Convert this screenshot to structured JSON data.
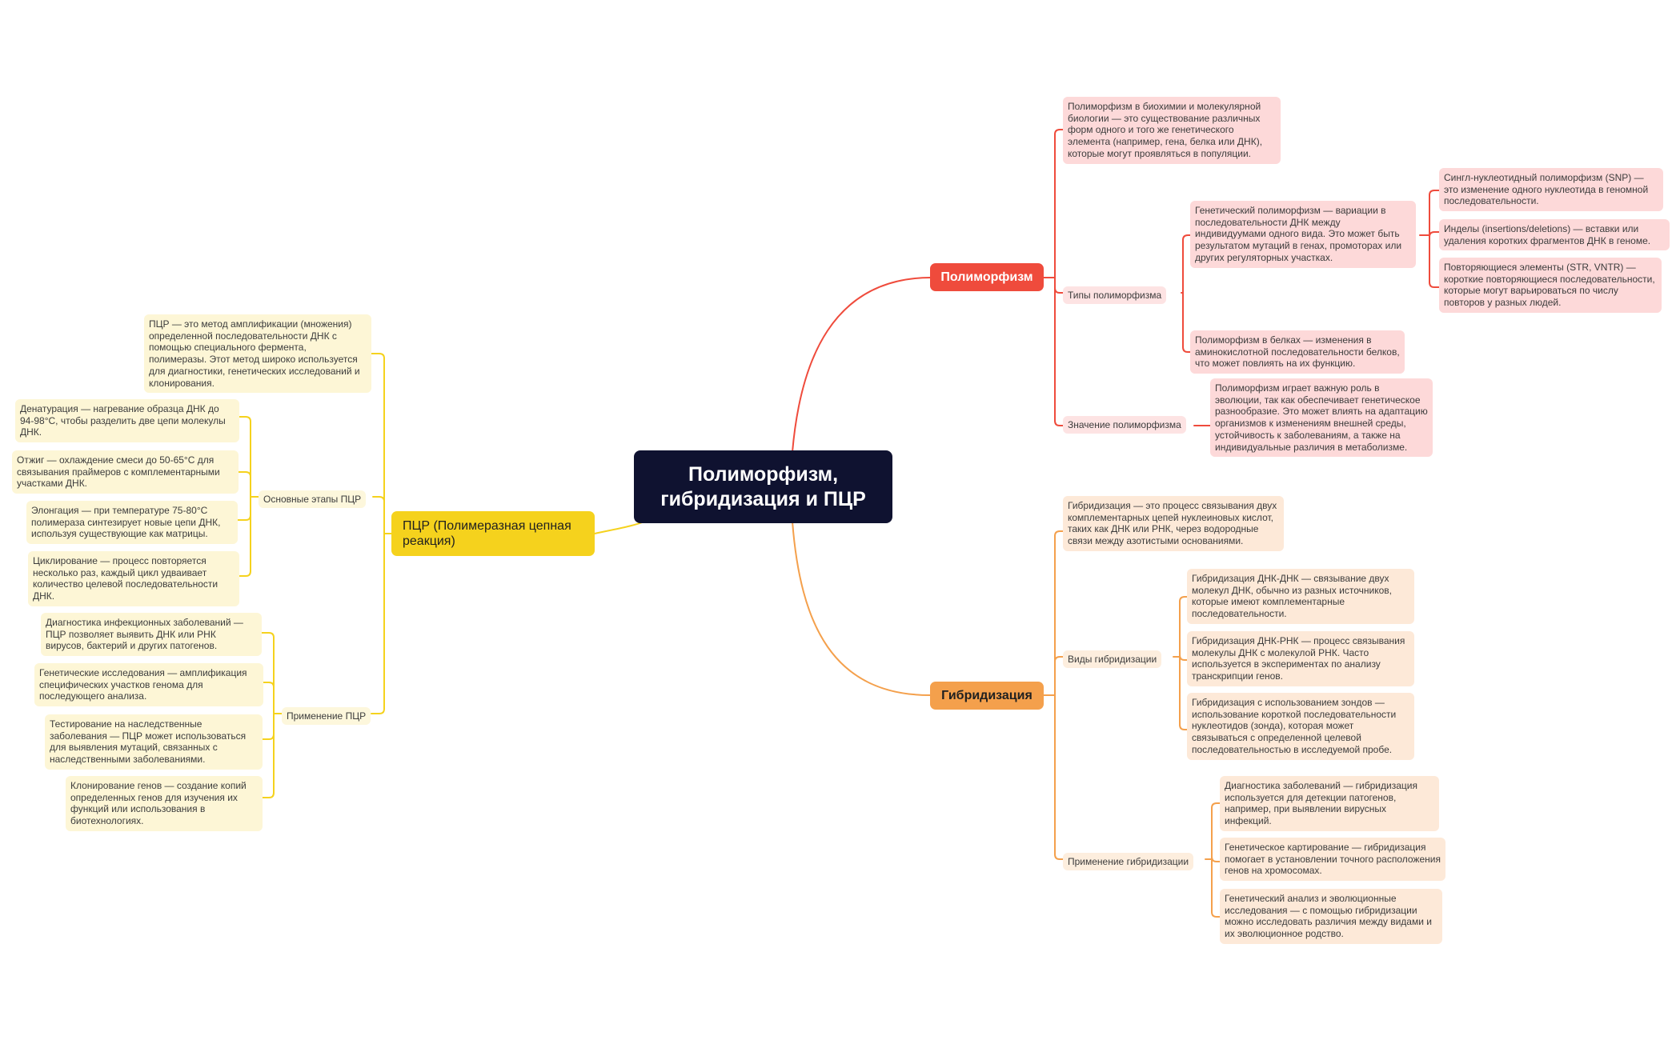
{
  "central_topic": "Полиморфизм, гибридизация и ПЦР",
  "polymorphism": {
    "title": "Полиморфизм",
    "definition": "Полиморфизм в биохимии и молекулярной биологии — это существование различных форм одного и того же генетического элемента (например, гена, белка или ДНК), которые могут проявляться в популяции.",
    "types_label": "Типы полиморфизма",
    "genetic": "Генетический полиморфизм — вариации в последовательности ДНК между индивидуумами одного вида. Это может быть результатом мутаций в генах, промоторах или других регуляторных участках.",
    "snp": "Сингл-нуклеотидный полиморфизм (SNP) — это изменение одного нуклеотида в геномной последовательности.",
    "indels": "Инделы (insertions/deletions) — вставки или удаления коротких фрагментов ДНК в геноме.",
    "repeats": "Повторяющиеся элементы (STR, VNTR) — короткие повторяющиеся последовательности, которые могут варьироваться по числу повторов у разных людей.",
    "protein": "Полиморфизм в белках — изменения в аминокислотной последовательности белков, что может повлиять на их функцию.",
    "significance_label": "Значение полиморфизма",
    "significance": "Полиморфизм играет важную роль в эволюции, так как обеспечивает генетическое разнообразие. Это может влиять на адаптацию организмов к изменениям внешней среды, устойчивость к заболеваниям, а также на индивидуальные различия в метаболизме."
  },
  "hybridization": {
    "title": "Гибридизация",
    "definition": "Гибридизация — это процесс связывания двух комплементарных цепей нуклеиновых кислот, таких как ДНК или РНК, через водородные связи между азотистыми основаниями.",
    "types_label": "Виды гибридизации",
    "dna_dna": "Гибридизация ДНК-ДНК — связывание двух молекул ДНК, обычно из разных источников, которые имеют комплементарные последовательности.",
    "dna_rna": "Гибридизация ДНК-РНК — процесс связывания молекулы ДНК с молекулой РНК. Часто используется в экспериментах по анализу транскрипции генов.",
    "probes": "Гибридизация с использованием зондов — использование короткой последовательности нуклеотидов (зонда), которая может связываться с определенной целевой последовательностью в исследуемой пробе.",
    "applications_label": "Применение гибридизации",
    "diagnostics": "Диагностика заболеваний — гибридизация используется для детекции патогенов, например, при выявлении вирусных инфекций.",
    "mapping": "Генетическое картирование — гибридизация помогает в установлении точного расположения генов на хромосомах.",
    "evolution": "Генетический анализ и эволюционные исследования — с помощью гибридизации можно исследовать различия между видами и их эволюционное родство."
  },
  "pcr": {
    "title": "ПЦР (Полимеразная цепная реакция)",
    "definition": "ПЦР — это метод амплификации (множения) определенной последовательности ДНК с помощью специального фермента, полимеразы. Этот метод широко используется для диагностики, генетических исследований и клонирования.",
    "stages_label": "Основные этапы ПЦР",
    "denaturation": "Денатурация — нагревание образца ДНК до 94-98°C, чтобы разделить две цепи молекулы ДНК.",
    "annealing": "Отжиг — охлаждение смеси до 50-65°C для связывания праймеров с комплементарными участками ДНК.",
    "elongation": "Элонгация  — при температуре 75-80°C полимераза синтезирует новые цепи ДНК, используя существующие как матрицы.",
    "cycling": "Циклирование — процесс повторяется несколько раз, каждый цикл удваивает количество целевой последовательности ДНК.",
    "applications_label": "Применение ПЦР",
    "infections": "Диагностика инфекционных заболеваний — ПЦР позволяет выявить ДНК или РНК вирусов, бактерий и других патогенов.",
    "genetic_research": "Генетические исследования — амплификация специфических участков генома для последующего анализа.",
    "hereditary": "Тестирование на наследственные заболевания — ПЦР может использоваться для выявления мутаций, связанных с наследственными заболеваниями.",
    "cloning": "Клонирование генов — создание копий определенных генов для изучения их функций или использования в биотехнологиях."
  },
  "colors": {
    "root": "#0f1230",
    "polymorphism": "#ef4b3c",
    "hybridization": "#f4a04c",
    "pcr": "#f5d21d"
  }
}
